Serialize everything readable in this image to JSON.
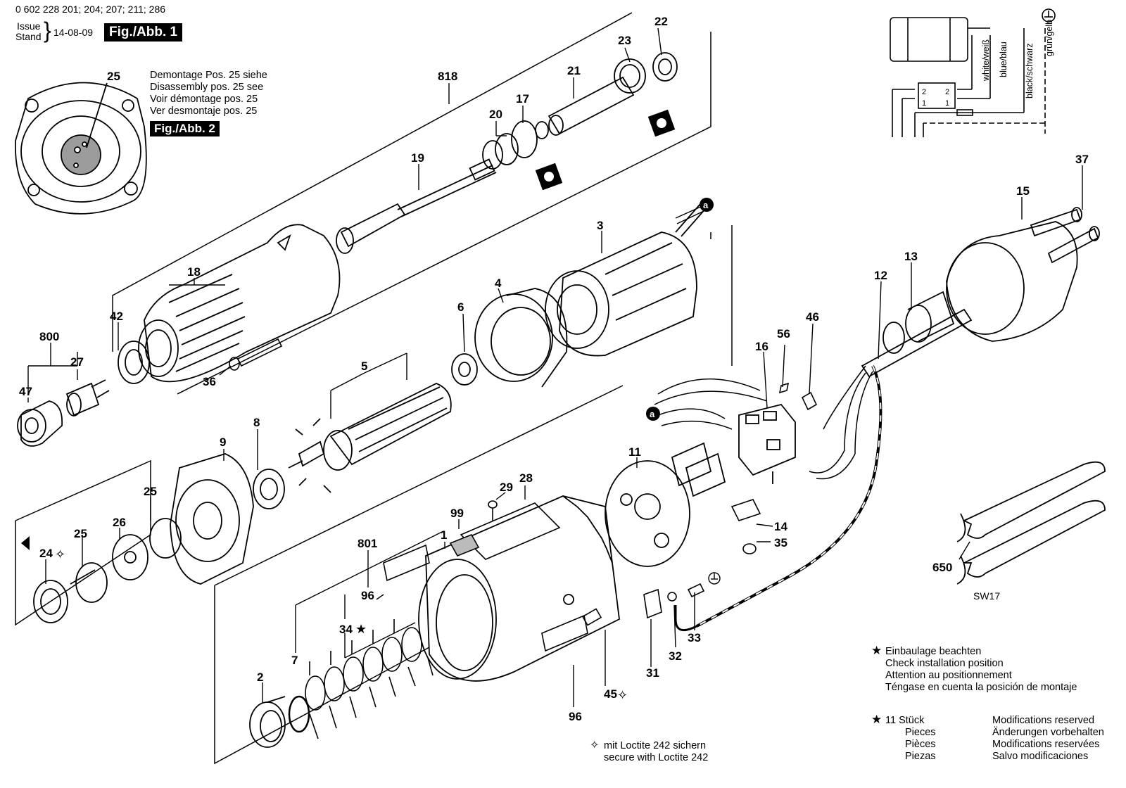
{
  "header": {
    "doc_number": "0 602 228 201; 204; 207; 211; 286",
    "issue_label": "Issue",
    "stand_label": "Stand",
    "issue_date": "14-08-09",
    "figure_label": "Fig./Abb. 1"
  },
  "disassembly_note": {
    "ref_part": "25",
    "lines": [
      "Demontage Pos. 25 siehe",
      "Disassembly pos. 25 see",
      "Voir démontage pos. 25",
      "Ver desmontaje pos. 25"
    ],
    "figure_label": "Fig./Abb. 2"
  },
  "wiring_labels": [
    "white/weiß",
    "blue/blau",
    "black/schwarz",
    "grün/gelb"
  ],
  "terminal_labels": [
    "2",
    "2",
    "1",
    "1"
  ],
  "callout_letter": "a",
  "part_numbers": [
    "22",
    "23",
    "21",
    "818",
    "17",
    "20",
    "19",
    "18",
    "42",
    "800",
    "27",
    "47",
    "36",
    "3",
    "4",
    "6",
    "5",
    "8",
    "9",
    "25",
    "26",
    "25",
    "24",
    "25",
    "29",
    "28",
    "99",
    "1",
    "801",
    "96",
    "96",
    "34",
    "7",
    "2",
    "45",
    "11",
    "16",
    "56",
    "46",
    "14",
    "35",
    "31",
    "32",
    "33",
    "12",
    "13",
    "15",
    "37",
    "650"
  ],
  "star_symbol": "★",
  "loctite_symbol": "✧",
  "wrench_size": "SW17",
  "install_note": {
    "lines": [
      "Einbaulage beachten",
      "Check installation position",
      "Attention au positionnement",
      "Téngase en cuenta la posición de montaje"
    ]
  },
  "count_note": {
    "count": "11",
    "lines": [
      "Stück",
      "Pieces",
      "Pièces",
      "Piezas"
    ]
  },
  "modifications_note": {
    "lines": [
      "Modifications reserved",
      "Änderungen vorbehalten",
      "Modifications reservées",
      "Salvo modificaciones"
    ]
  },
  "loctite_note": {
    "lines": [
      "mit Loctite 242 sichern",
      "secure with Loctite 242"
    ]
  }
}
